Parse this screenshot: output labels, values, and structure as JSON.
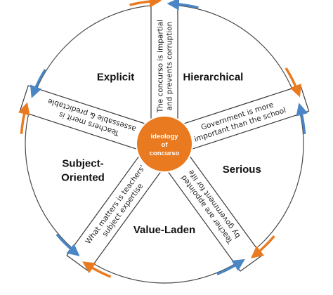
{
  "center": {
    "lines": [
      "ideology",
      "of",
      "concurso"
    ],
    "color": "#e97a1f"
  },
  "sectors": [
    {
      "label": "Hierarchical"
    },
    {
      "label": "Serious"
    },
    {
      "label": "Value-Laden"
    },
    {
      "label": "Subject-Oriented",
      "lines": [
        "Subject-",
        "Oriented"
      ]
    },
    {
      "label": "Explicit"
    }
  ],
  "spokes": [
    {
      "lines": [
        "The concurso is impartial",
        "and prevents corruption"
      ]
    },
    {
      "lines": [
        "Government is more",
        "important than the school"
      ]
    },
    {
      "lines": [
        "Teacher are appointed",
        "by government for life"
      ]
    },
    {
      "lines": [
        "What matters is teachers'",
        "subject expertise"
      ]
    },
    {
      "lines": [
        "Teachers merit is",
        "assessable & predictable"
      ]
    }
  ],
  "arrow_colors": {
    "orange": "#e97a1f",
    "blue": "#4a86c5"
  }
}
